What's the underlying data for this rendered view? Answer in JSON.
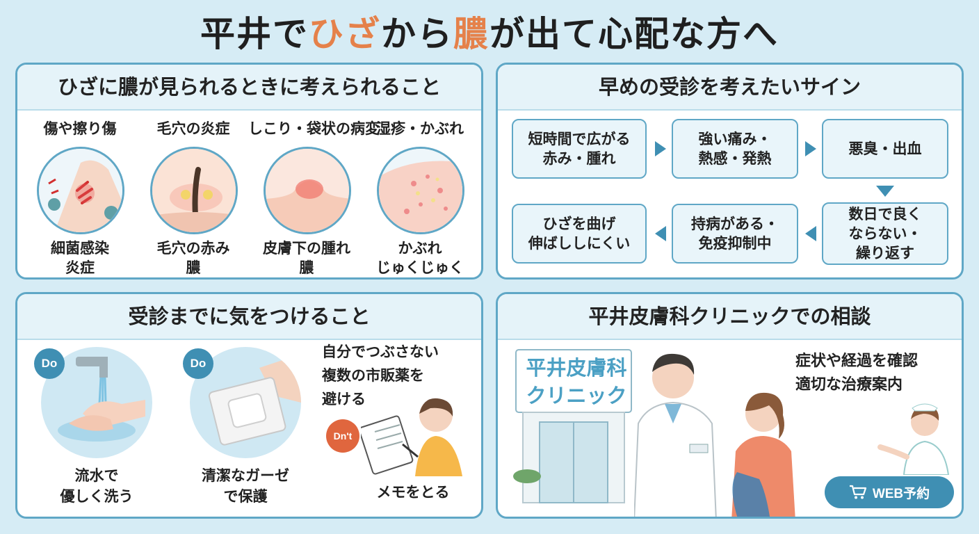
{
  "title": {
    "before": "平井で",
    "accent1": "ひざ",
    "mid": "から",
    "accent2": "膿",
    "after": "が出て心配な方へ"
  },
  "colors": {
    "accent": "#e5814a",
    "primary": "#3f8fb3",
    "border": "#5fa7c6",
    "dont": "#e0663e"
  },
  "causes": {
    "heading": "ひざに膿が見られるときに考えられること",
    "items": [
      {
        "label": "傷や擦り傷",
        "sub1": "細菌感染",
        "sub2": "炎症"
      },
      {
        "label": "毛穴の炎症",
        "sub1": "毛穴の赤み",
        "sub2": "膿"
      },
      {
        "label": "しこり・袋状の病変",
        "sub1": "皮膚下の腫れ",
        "sub2": "膿"
      },
      {
        "label": "湿疹・かぶれ",
        "sub1": "かぶれ",
        "sub2": "じゅくじゅく"
      }
    ]
  },
  "signs": {
    "heading": "早めの受診を考えたいサイン",
    "items": [
      "短時間で広がる\n赤み・腫れ",
      "強い痛み・\n熱感・発熱",
      "悪臭・出血",
      "数日で良く\nならない・\n繰り返す",
      "持病がある・\n免疫抑制中",
      "ひざを曲げ\n伸ばししにくい"
    ]
  },
  "care": {
    "heading": "受診までに気をつけること",
    "do_badge": "Do",
    "dont_badge": "Dn't",
    "wash1": "流水で",
    "wash2": "優しく洗う",
    "gauze1": "清潔なガーゼ",
    "gauze2": "で保護",
    "dont1": "自分でつぶさない",
    "dont2": "複数の市販薬を",
    "dont3": "避ける",
    "memo": "メモをとる"
  },
  "clinic": {
    "heading": "平井皮膚科クリニックでの相談",
    "sign1": "平井皮膚科",
    "sign2": "クリニック",
    "line1": "症状や経過を確認",
    "line2": "適切な治療案内",
    "web_button": "WEB予約",
    "cart_icon": "cart-icon"
  }
}
